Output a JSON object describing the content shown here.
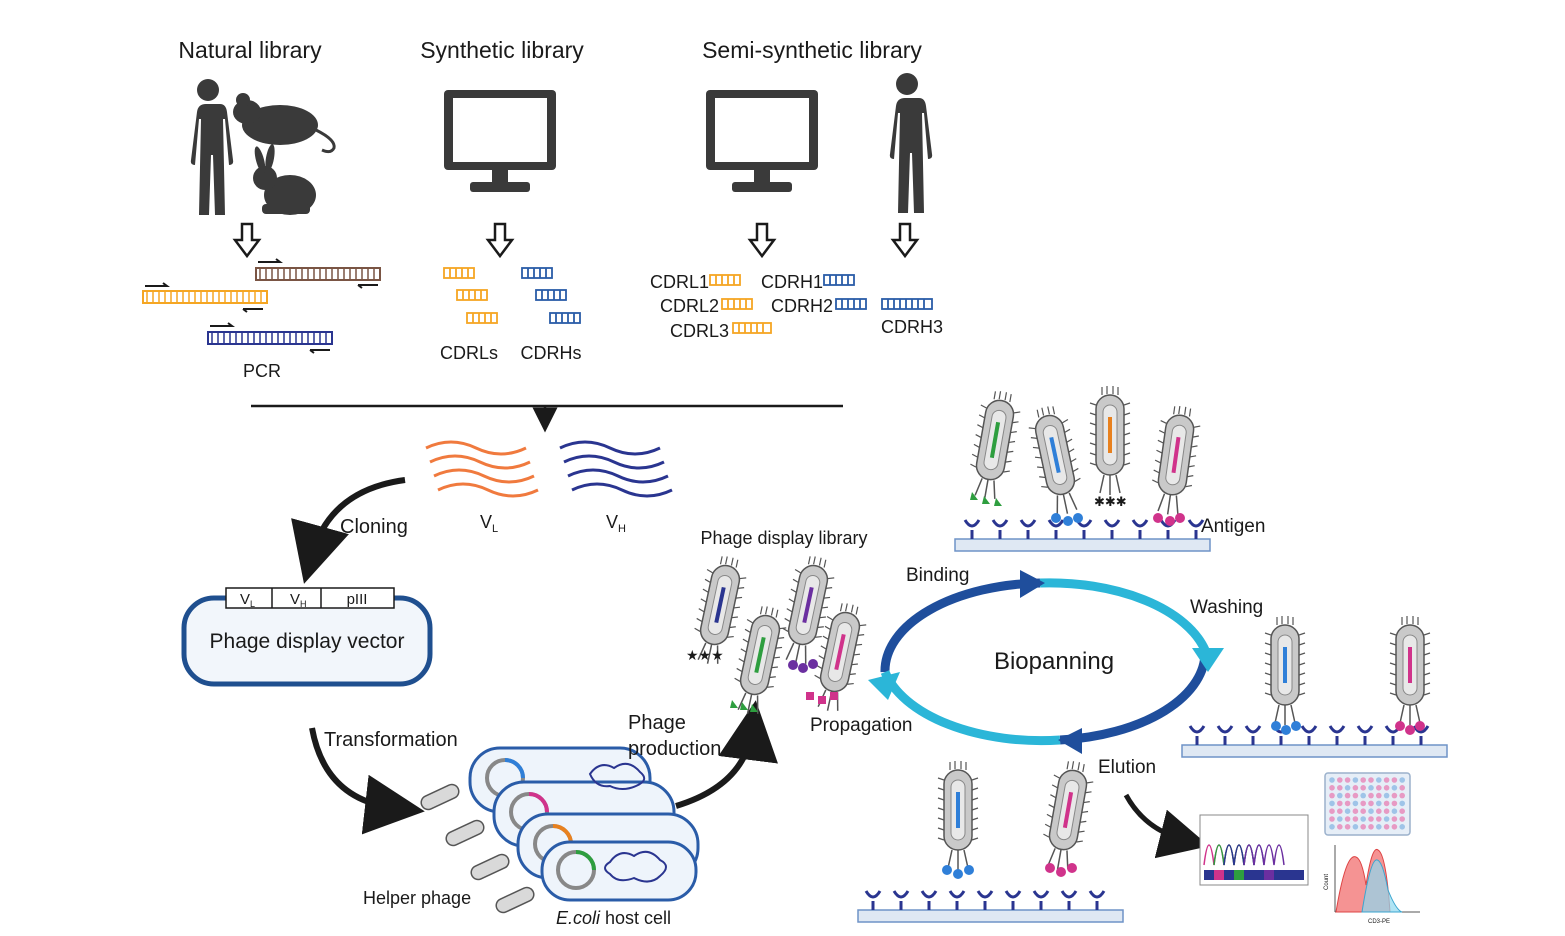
{
  "libraries": {
    "natural": "Natural library",
    "synthetic": "Synthetic library",
    "semi_synthetic": "Semi-synthetic library"
  },
  "labels": {
    "pcr": "PCR",
    "cdrls": "CDRLs",
    "cdrhs": "CDRHs",
    "cdrl1": "CDRL1",
    "cdrl2": "CDRL2",
    "cdrl3": "CDRL3",
    "cdrh1": "CDRH1",
    "cdrh2": "CDRH2",
    "cdrh3": "CDRH3",
    "vl_main": "V",
    "vl_sub": "L",
    "vh_main": "V",
    "vh_sub": "H",
    "cloning": "Cloning",
    "vector": "Phage display vector",
    "piii": "pIII",
    "transformation": "Transformation",
    "helper_phage": "Helper phage",
    "ecoli_italic": "E.coli",
    "ecoli_rest": " host cell",
    "phage_production_1": "Phage",
    "phage_production_2": "production",
    "phage_display_library": "Phage display library",
    "binding": "Binding",
    "washing": "Washing",
    "biopanning": "Biopanning",
    "propagation": "Propagation",
    "elution": "Elution",
    "antigen": "Antigen",
    "count_axis": "Count",
    "cd3_axis": "CD3-PE"
  },
  "colors": {
    "silhouette": "#3a3a3a",
    "orange": "#f5a623",
    "brown": "#7a5544",
    "navy": "#2a3590",
    "dna_blue": "#2a5ca8",
    "cyan": "#2bb6d8",
    "dark_blue": "#1f4e9c",
    "vector_border": "#1f4f8f",
    "vector_fill": "#f2f6fb",
    "bar_fill": "#dfe8f3",
    "bar_stroke": "#6f93c7",
    "phage_gray": "#c9c9c9",
    "green": "#2e9e3f",
    "magenta": "#d0338b",
    "purple": "#6b2fa0",
    "blue_gene": "#2f7fd8",
    "gene_orange": "#e8811f"
  }
}
